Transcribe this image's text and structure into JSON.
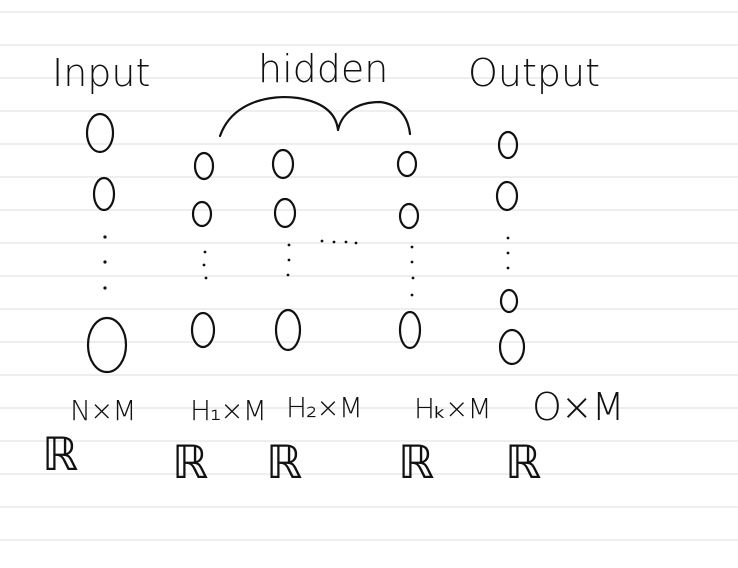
{
  "labels": {
    "input": "Input",
    "hidden": "hidden",
    "output": "Output"
  },
  "dims": {
    "input": "N×M",
    "hidden_first": "H₁×M",
    "hidden_second": "H₂×M",
    "hidden_last": "Hₖ×M",
    "output": "O×M"
  },
  "real_symbol": "ℝ",
  "colors": {
    "ink": "#111111",
    "rule": "#dcdcdc",
    "paper": "#ffffff"
  }
}
